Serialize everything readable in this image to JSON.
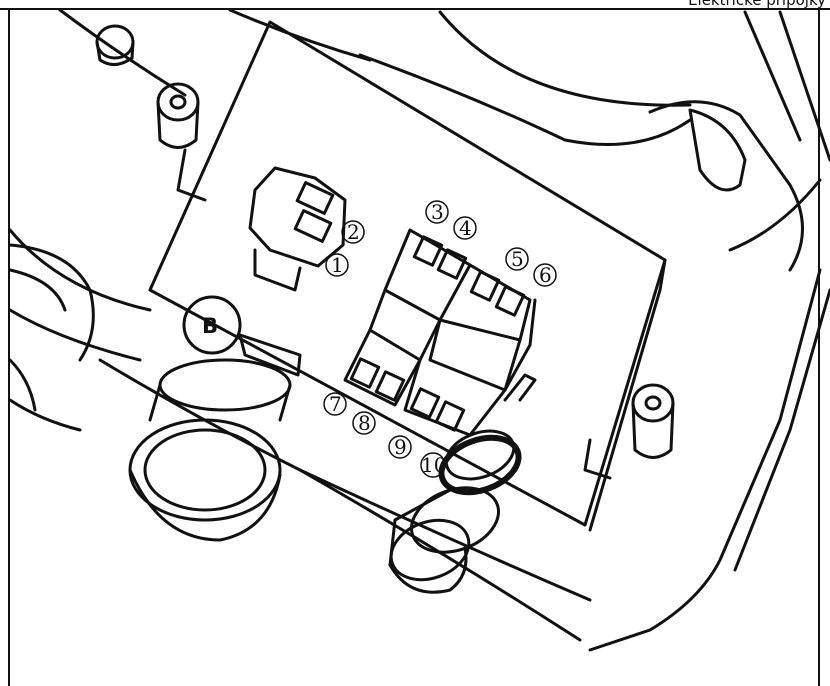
{
  "header": {
    "title": "Elektrické přípojky"
  },
  "diagram": {
    "callout": "B",
    "terminals": [
      "1",
      "2",
      "3",
      "4",
      "5",
      "6",
      "7",
      "8",
      "9",
      "10"
    ]
  }
}
